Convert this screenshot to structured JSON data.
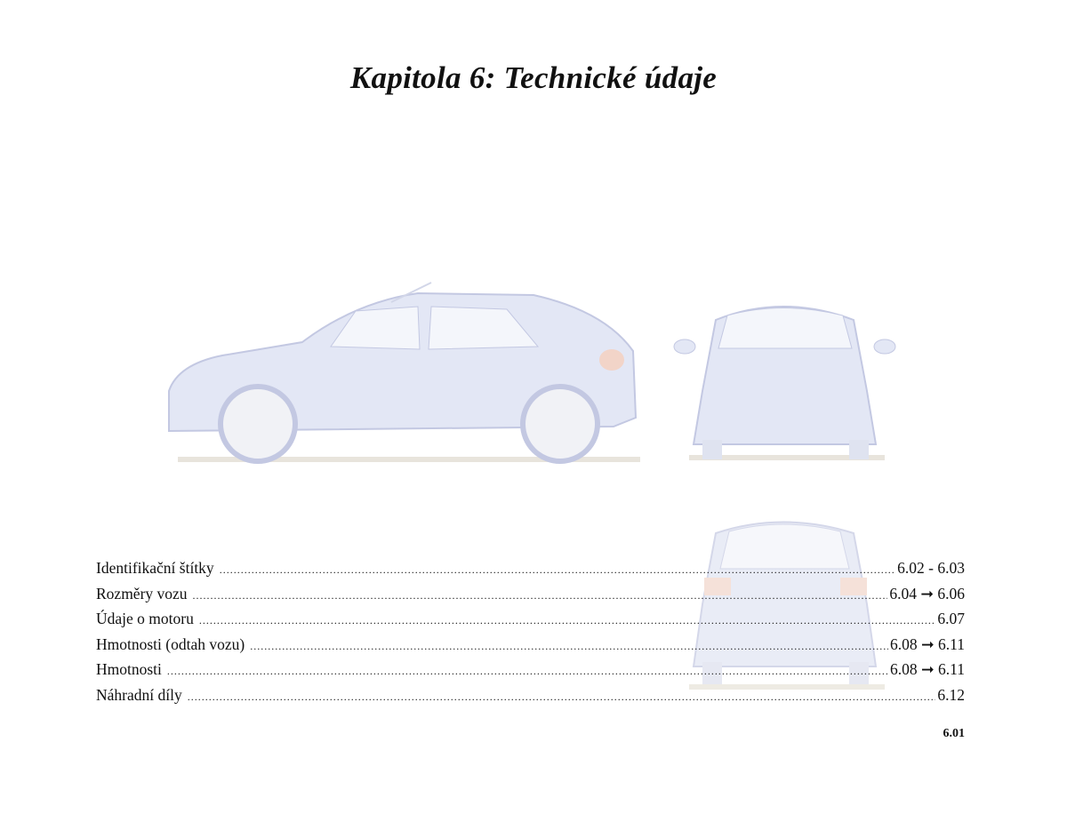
{
  "title": "Kapitola 6: Technické údaje",
  "toc": [
    {
      "label": "Identifikační štítky",
      "pages": "6.02 - 6.03"
    },
    {
      "label": "Rozměry vozu",
      "pages": "6.04 ➞ 6.06"
    },
    {
      "label": "Údaje o motoru",
      "pages": "6.07"
    },
    {
      "label": "Hmotnosti (odtah vozu)",
      "pages": "6.08 ➞ 6.11"
    },
    {
      "label": "Hmotnosti",
      "pages": "6.08 ➞ 6.11"
    },
    {
      "label": "Náhradní díly",
      "pages": "6.12"
    }
  ],
  "page_number": "6.01",
  "colors": {
    "car_body": "#dfe3f3",
    "car_outline": "#b8bedb",
    "light": "#f2cfc4"
  }
}
